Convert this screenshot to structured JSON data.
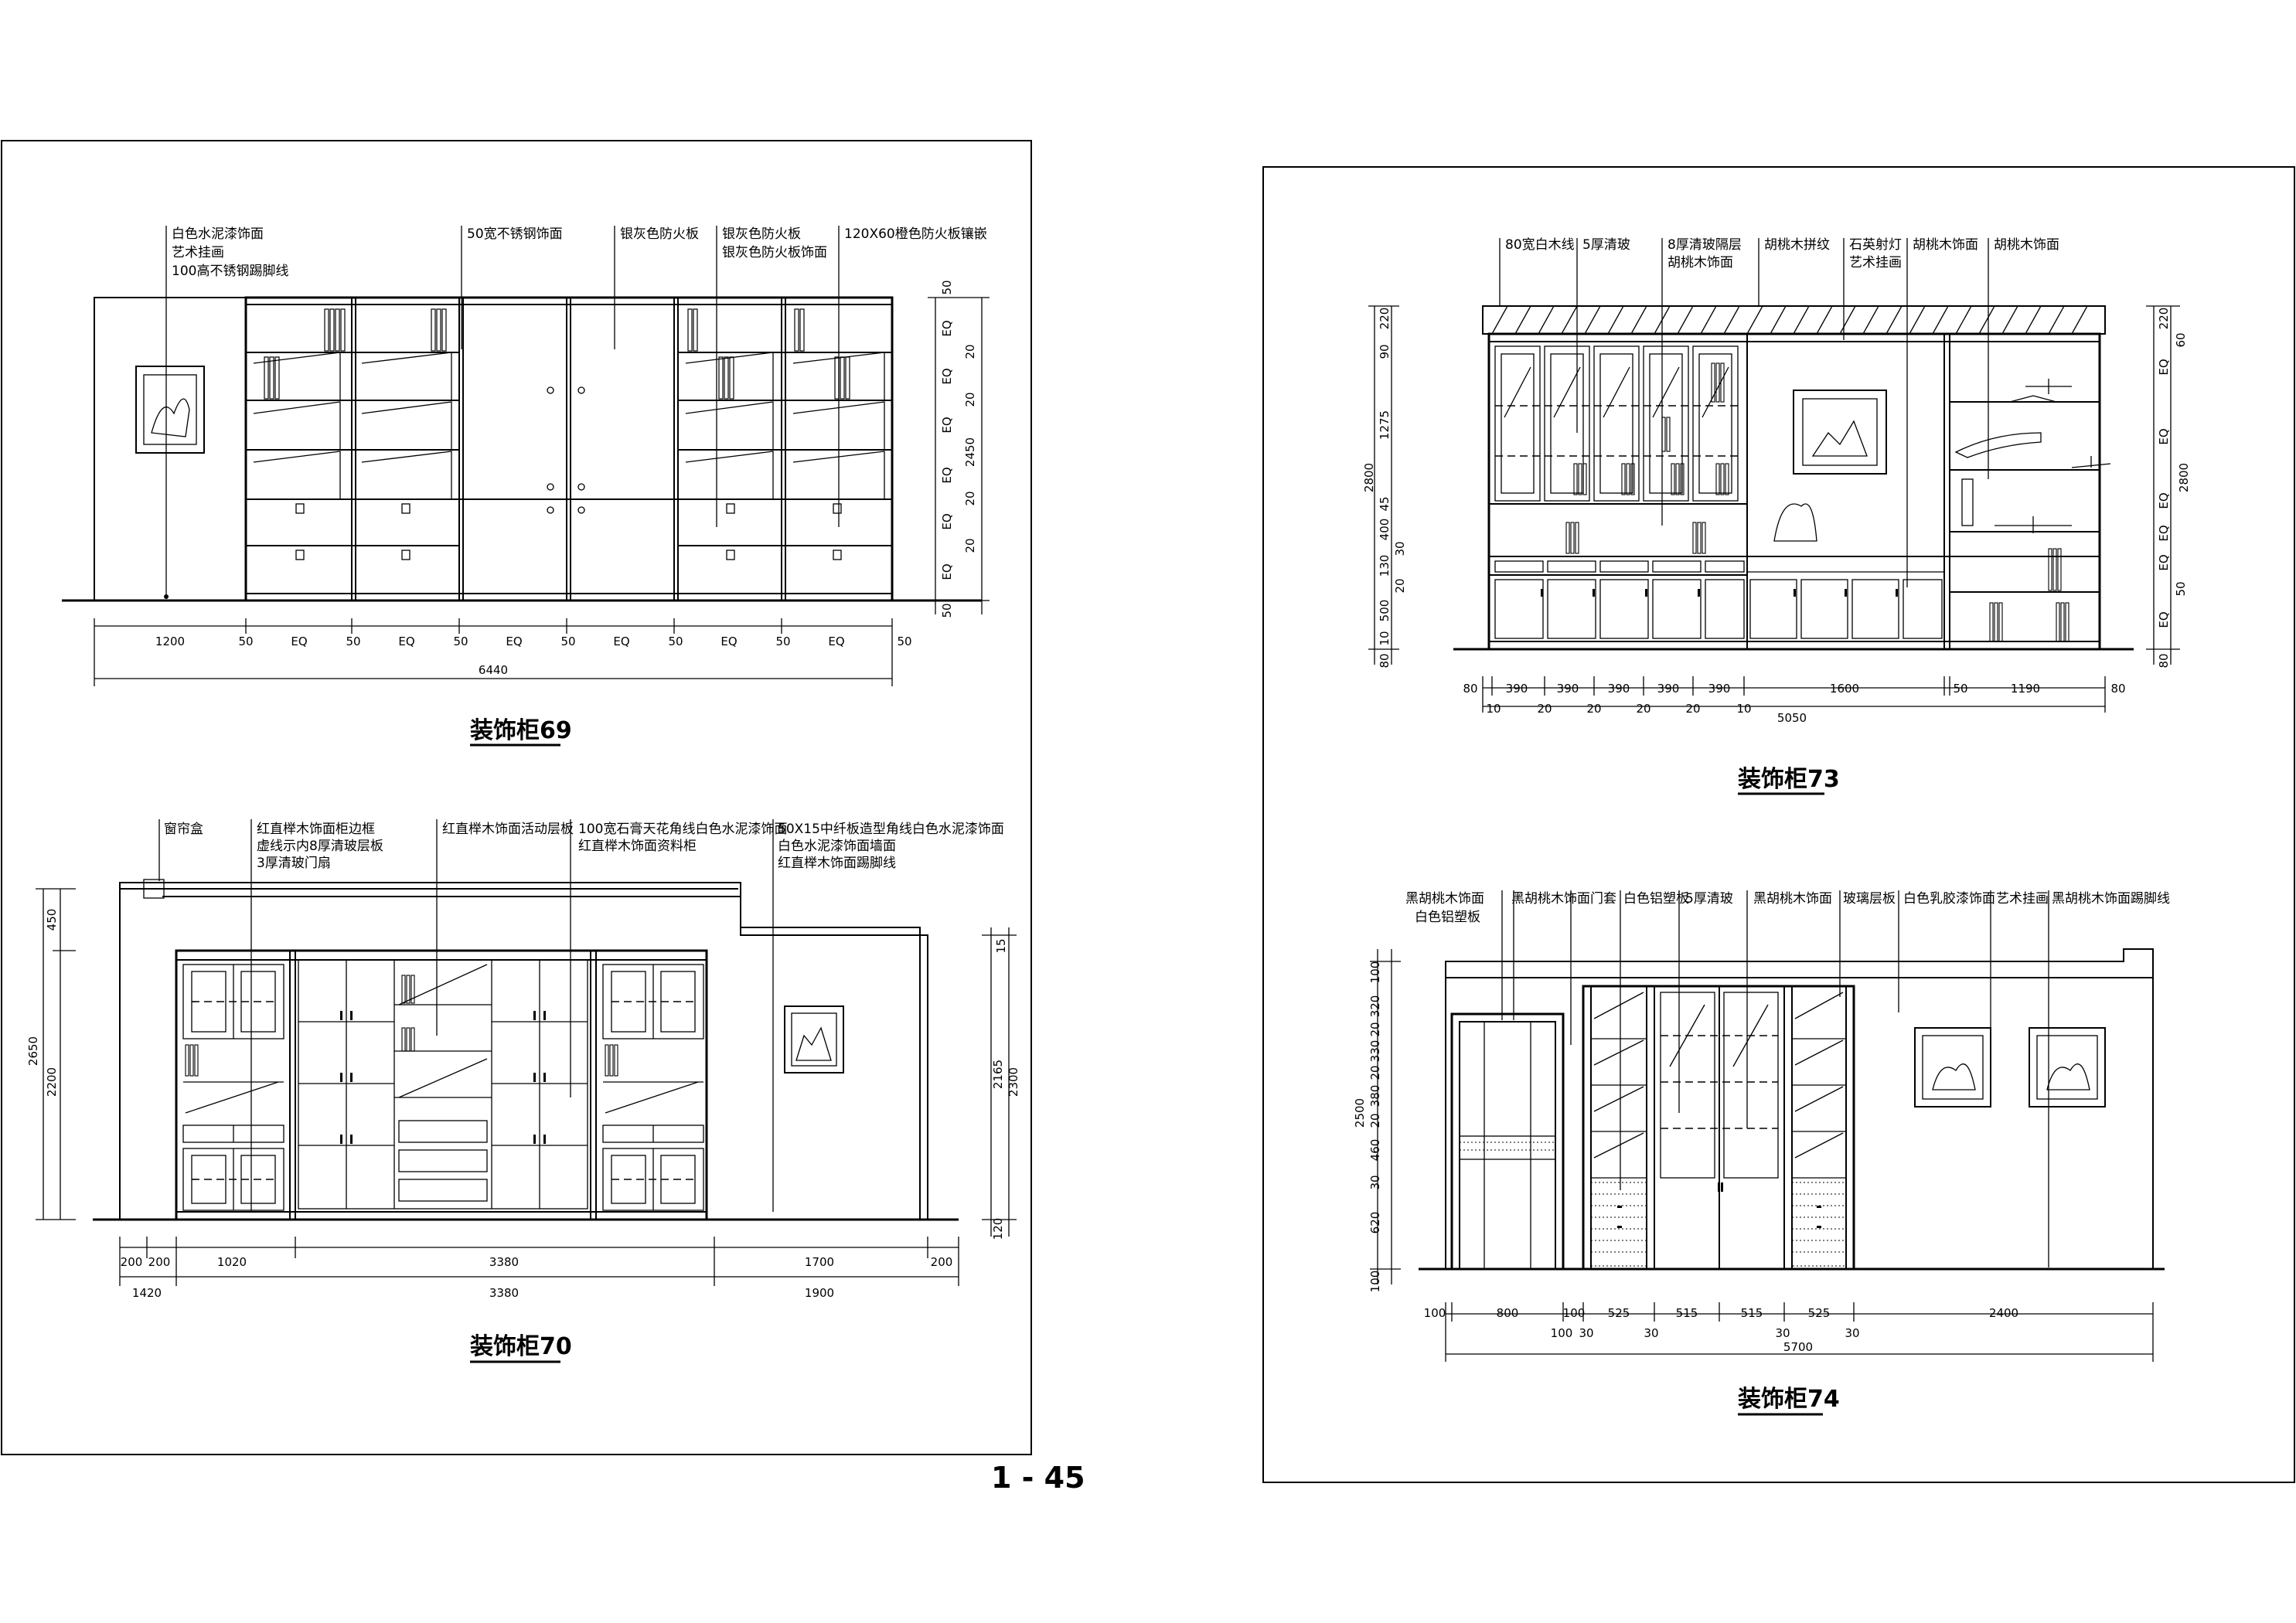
{
  "sheet": {
    "page_number": "1 - 45"
  },
  "cab69": {
    "title": "装饰柜69",
    "labels": {
      "white_cement_paint": "白色水泥漆饰面",
      "art_hanging": "艺术挂画",
      "steel_skirting": "100高不锈钢踢脚线",
      "steel_50": "50宽不锈钢饰面",
      "silver_fire_board": "银灰色防火板",
      "silver_board": "银灰色防火板",
      "silver_board_finish": "银灰色防火板饰面",
      "orange_inlay": "120X60橙色防火板镶嵌"
    },
    "dims_bottom": [
      "1200",
      "50",
      "EQ",
      "50",
      "EQ",
      "50",
      "EQ",
      "50",
      "EQ",
      "50",
      "EQ",
      "50",
      "EQ",
      "50"
    ],
    "total": "6440",
    "dims_right": [
      "50",
      "EQ",
      "20",
      "EQ",
      "20",
      "EQ",
      "2450",
      "EQ",
      "20",
      "EQ",
      "20",
      "EQ",
      "50"
    ]
  },
  "cab70": {
    "title": "装饰柜70",
    "labels": {
      "curtain_box": "窗帘盒",
      "red_beech_frame": "红直榉木饰面柜边框",
      "glass_shelf": "虚线示内8厚清玻层板",
      "glass_door": "3厚清玻门扇",
      "beech_shelf": "红直榉木饰面活动层板",
      "gypsum_line": "100宽石膏天花角线白色水泥漆饰面",
      "beech_cabinet": "红直榉木饰面资料柜",
      "mdf_corner": "50X15中纤板造型角线白色水泥漆饰面",
      "cement_wall": "白色水泥漆饰面墙面",
      "beech_skirting": "红直榉木饰面踢脚线"
    },
    "dims_bottom_1": [
      "200",
      "200",
      "1020",
      "3380",
      "1700",
      "200"
    ],
    "dims_bottom_2": [
      "1420",
      "3380",
      "1900"
    ],
    "dims_left": [
      "450",
      "2200",
      "2650"
    ],
    "dims_right": [
      "15",
      "2165",
      "2300",
      "120"
    ]
  },
  "cab73": {
    "title": "装饰柜73",
    "labels": {
      "white_wood_80": "80宽白木线",
      "clear_glass_5": "5厚清玻",
      "glass_shelf_8": "8厚清玻隔层",
      "walnut_finish_a": "胡桃木饰面",
      "walnut_mosaic": "胡桃木拼纹",
      "quartz_lamp": "石英射灯",
      "art_hanging": "艺术挂画",
      "walnut_finish_b": "胡桃木饰面",
      "walnut_finish_c": "胡桃木饰面"
    },
    "dims_bottom_1": [
      "80",
      "390",
      "390",
      "390",
      "390",
      "390",
      "1600",
      "50",
      "1190",
      "80"
    ],
    "dims_bottom_2": [
      "10",
      "20",
      "20",
      "20",
      "20",
      "10"
    ],
    "total": "5050",
    "dims_left": [
      "220",
      "90",
      "1275",
      "45",
      "400",
      "30",
      "130",
      "20",
      "500",
      "10",
      "80",
      "2800"
    ],
    "dims_right": [
      "220",
      "60",
      "EQ",
      "EQ",
      "EQ",
      "EQ",
      "EQ",
      "50",
      "EQ",
      "80",
      "2800"
    ]
  },
  "cab74": {
    "title": "装饰柜74",
    "labels": {
      "black_walnut": "黑胡桃木饰面",
      "white_aluminum": "白色铝塑板",
      "walnut_door_cover": "黑胡桃木饰面门套",
      "white_aluminum_b": "白色铝塑板",
      "clear_glass_5": "5厚清玻",
      "black_walnut_b": "黑胡桃木饰面",
      "glass_shelf": "玻璃层板",
      "white_latex": "白色乳胶漆饰面",
      "art_hanging": "艺术挂画",
      "walnut_skirting": "黑胡桃木饰面踢脚线"
    },
    "dims_bottom_1": [
      "100",
      "800",
      "100",
      "525",
      "515",
      "515",
      "525",
      "2400"
    ],
    "dims_bottom_2": [
      "100",
      "30",
      "30",
      "30",
      "30"
    ],
    "total": "5700",
    "dims_left": [
      "100",
      "320",
      "20",
      "330",
      "20",
      "380",
      "20",
      "460",
      "30",
      "620",
      "100",
      "2500"
    ]
  }
}
